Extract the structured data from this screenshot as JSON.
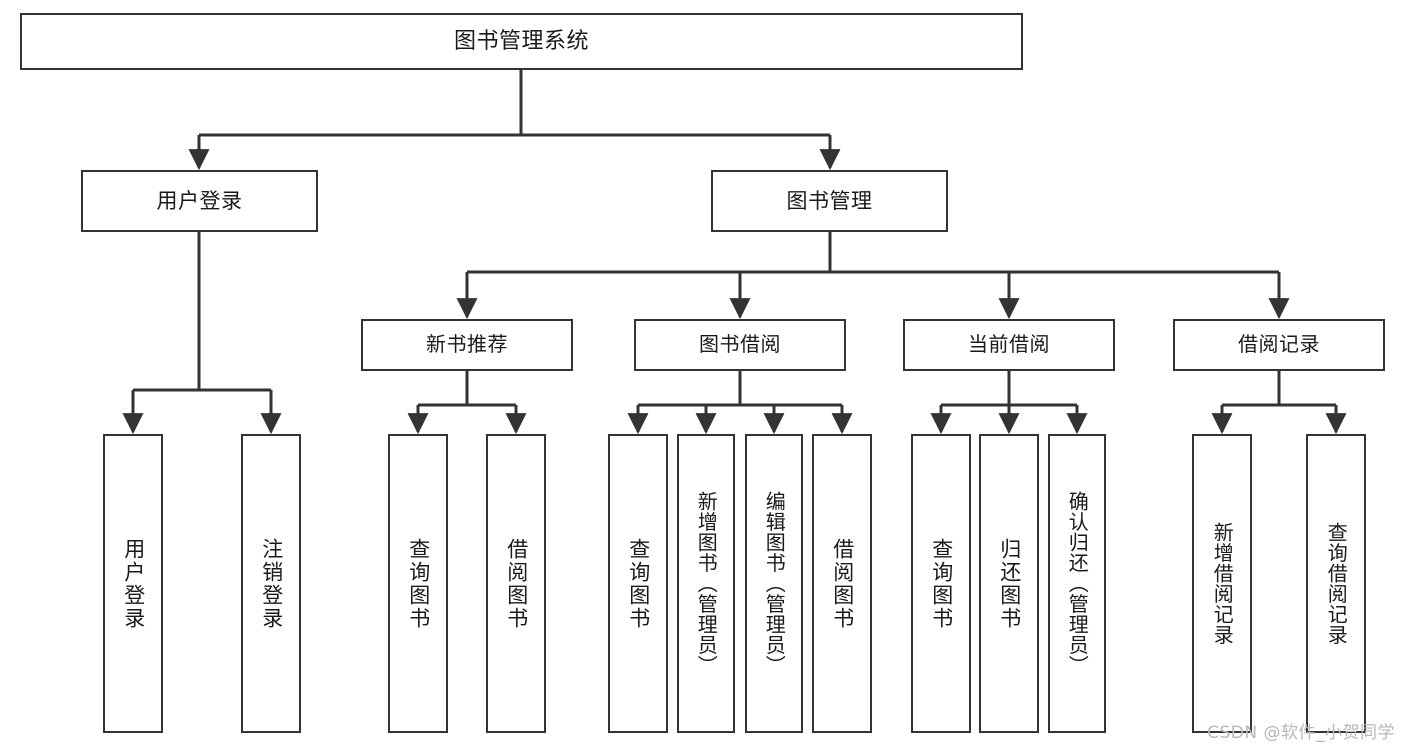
{
  "diagram": {
    "title": "图书管理系统",
    "type": "hierarchy-tree",
    "root": {
      "label": "图书管理系统"
    },
    "level2": [
      {
        "id": "user-login",
        "label": "用户登录"
      },
      {
        "id": "book-management",
        "label": "图书管理"
      }
    ],
    "level3": [
      {
        "id": "new-book-recommend",
        "label": "新书推荐",
        "parent": "book-management"
      },
      {
        "id": "book-borrow",
        "label": "图书借阅",
        "parent": "book-management"
      },
      {
        "id": "current-borrow",
        "label": "当前借阅",
        "parent": "book-management"
      },
      {
        "id": "borrow-record",
        "label": "借阅记录",
        "parent": "book-management"
      }
    ],
    "leaves": [
      {
        "id": "leaf-user-login",
        "label": "用户登录",
        "parent": "user-login"
      },
      {
        "id": "leaf-logout-login",
        "label": "注销登录",
        "parent": "user-login"
      },
      {
        "id": "leaf-query-book-1",
        "label": "查询图书",
        "parent": "new-book-recommend"
      },
      {
        "id": "leaf-borrow-book-1",
        "label": "借阅图书",
        "parent": "new-book-recommend"
      },
      {
        "id": "leaf-query-book-2",
        "label": "查询图书",
        "parent": "book-borrow"
      },
      {
        "id": "leaf-add-book",
        "label": "新增图书（管理员）",
        "parent": "book-borrow"
      },
      {
        "id": "leaf-edit-book",
        "label": "编辑图书（管理员）",
        "parent": "book-borrow"
      },
      {
        "id": "leaf-borrow-book-2",
        "label": "借阅图书",
        "parent": "book-borrow"
      },
      {
        "id": "leaf-query-book-3",
        "label": "查询图书",
        "parent": "current-borrow"
      },
      {
        "id": "leaf-return-book",
        "label": "归还图书",
        "parent": "current-borrow"
      },
      {
        "id": "leaf-confirm-return",
        "label": "确认归还（管理员）",
        "parent": "current-borrow"
      },
      {
        "id": "leaf-add-record",
        "label": "新增借阅记录",
        "parent": "borrow-record"
      },
      {
        "id": "leaf-query-record",
        "label": "查询借阅记录",
        "parent": "borrow-record"
      }
    ],
    "colors": {
      "box_border": "#333333",
      "box_fill": "#ffffff",
      "connector": "#333333",
      "text": "#1a1a1a",
      "watermark": "#b7b7b7",
      "background": "#ffffff"
    }
  },
  "watermark": {
    "text": "CSDN @软件_小贺同学"
  }
}
